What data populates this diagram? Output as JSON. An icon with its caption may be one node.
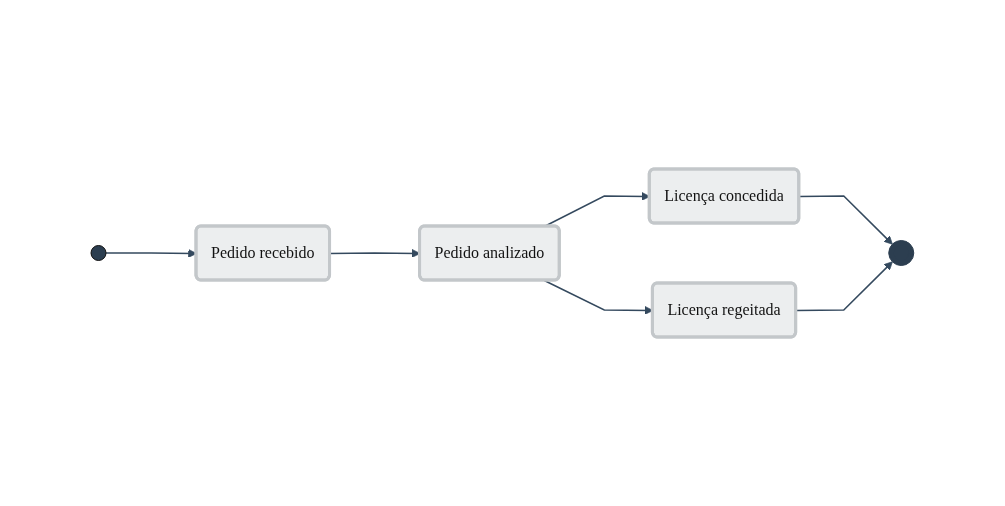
{
  "diagram": {
    "nodes": [
      {
        "text": [],
        "shape": "circle"
      },
      {
        "text": [
          "Pedido recebido"
        ]
      },
      {
        "text": [
          "Pedido analizado"
        ]
      },
      {
        "text": [
          "Licença concedida"
        ]
      },
      {
        "text": [
          "Licença regeitada"
        ]
      },
      {
        "text": [],
        "shape": "bullseye"
      }
    ],
    "edges": [
      {
        "from": 0,
        "to": 1,
        "arrow": "to"
      },
      {
        "from": 1,
        "to": 2,
        "arrow": "to"
      },
      {
        "from": 2,
        "to": 3,
        "arrow": "to"
      },
      {
        "from": 2,
        "to": 4,
        "arrow": "to"
      },
      {
        "from": 3,
        "to": 5,
        "arrow": "to"
      },
      {
        "from": 4,
        "to": 5,
        "arrow": "to"
      }
    ]
  }
}
